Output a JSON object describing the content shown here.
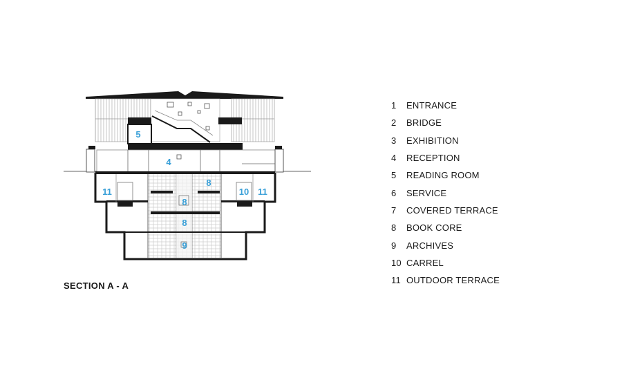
{
  "section_title": "SECTION A - A",
  "colors": {
    "ink": "#1a1a1a",
    "label": "#3aa0d8",
    "grid": "#bbbbbb"
  },
  "legend": [
    {
      "num": "1",
      "text": "ENTRANCE"
    },
    {
      "num": "2",
      "text": "BRIDGE"
    },
    {
      "num": "3",
      "text": "EXHIBITION"
    },
    {
      "num": "4",
      "text": "RECEPTION"
    },
    {
      "num": "5",
      "text": "READING ROOM"
    },
    {
      "num": "6",
      "text": "SERVICE"
    },
    {
      "num": "7",
      "text": "COVERED TERRACE"
    },
    {
      "num": "8",
      "text": "BOOK CORE"
    },
    {
      "num": "9",
      "text": "ARCHIVES"
    },
    {
      "num": "10",
      "text": "CARREL"
    },
    {
      "num": "11",
      "text": "OUTDOOR TERRACE"
    }
  ],
  "drawing_labels": {
    "reading_room": "5",
    "reception": "4",
    "book_core_upper": "8",
    "book_core_mid": "8",
    "book_core_low": "8",
    "archives": "9",
    "carrel": "10",
    "terrace_left": "11",
    "terrace_right": "11"
  }
}
